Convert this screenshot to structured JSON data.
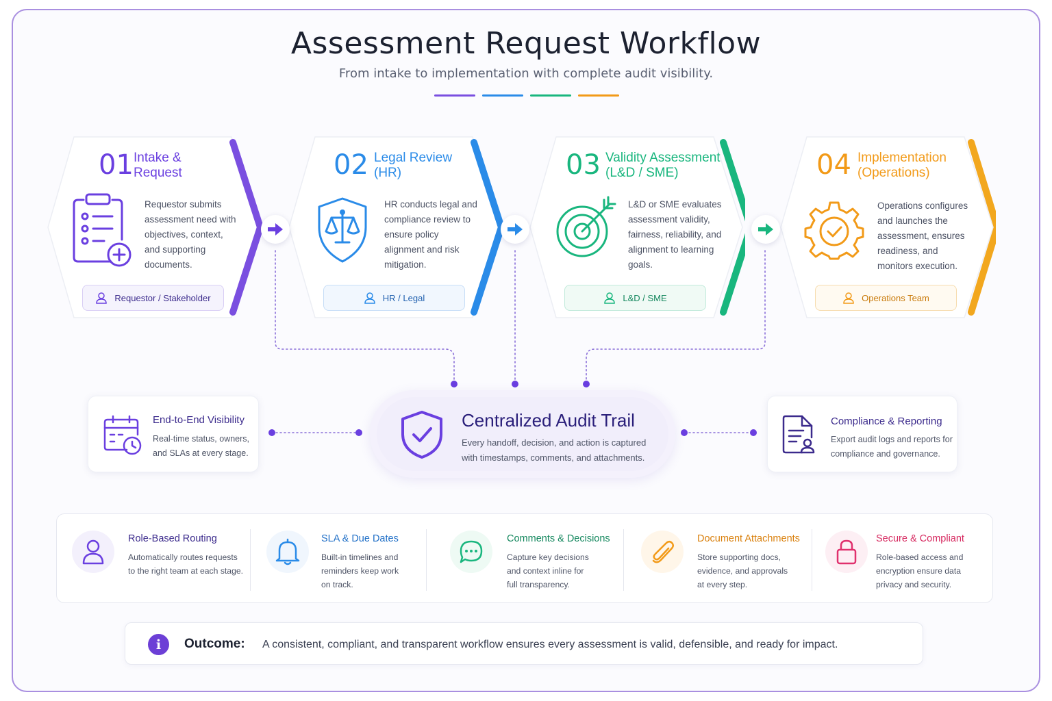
{
  "header": {
    "title": "Assessment Request Workflow",
    "subtitle": "From intake to implementation with complete audit visibility."
  },
  "colors": {
    "purple": "#6a3fe0",
    "blue": "#2a8be8",
    "green": "#19b67e",
    "orange": "#f29a18",
    "navy": "#2a1f7a",
    "pink": "#e0306d"
  },
  "stages": [
    {
      "number": "01",
      "title": "Intake &",
      "title_sub": "Request",
      "description": "Requestor submits assessment need with objectives, context, and supporting documents.",
      "role": "Requestor / Stakeholder",
      "icon": "clipboard-add-icon"
    },
    {
      "number": "02",
      "title": "Legal Review",
      "title_sub": "(HR)",
      "description": "HR conducts legal and compliance review to ensure policy alignment and risk mitigation.",
      "role": "HR / Legal",
      "icon": "shield-scales-icon"
    },
    {
      "number": "03",
      "title": "Validity Assessment",
      "title_sub": "(L&D / SME)",
      "description": "L&D or SME evaluates assessment validity, fairness, reliability, and alignment to learning goals.",
      "role": "L&D / SME",
      "icon": "target-icon"
    },
    {
      "number": "04",
      "title": "Implementation",
      "title_sub": "(Operations)",
      "description": "Operations configures and launches the assessment, ensures readiness, and monitors execution.",
      "role": "Operations Team",
      "icon": "gear-check-icon"
    }
  ],
  "visibility": {
    "title": "End-to-End Visibility",
    "description": "Real-time status, owners, and SLAs at every stage."
  },
  "audit": {
    "title": "Centralized Audit Trail",
    "description": "Every handoff, decision, and action is captured with timestamps, comments, and attachments."
  },
  "compliance": {
    "title": "Compliance & Reporting",
    "description": "Export audit logs and reports for compliance and governance."
  },
  "features": [
    {
      "title": "Role-Based Routing",
      "description": "Automatically routes requests to the right team at each stage."
    },
    {
      "title": "SLA & Due Dates",
      "description": "Built-in timelines and reminders keep work on track."
    },
    {
      "title": "Comments & Decisions",
      "description": "Capture key decisions and context inline for full transparency."
    },
    {
      "title": "Document Attachments",
      "description": "Store supporting docs, evidence, and approvals at every step."
    },
    {
      "title": "Secure & Compliant",
      "description": "Role-based access and encryption ensure data privacy and security."
    }
  ],
  "outcome": {
    "label": "Outcome:",
    "text": "A consistent, compliant, and transparent workflow ensures every assessment is valid, defensible, and ready for impact."
  }
}
